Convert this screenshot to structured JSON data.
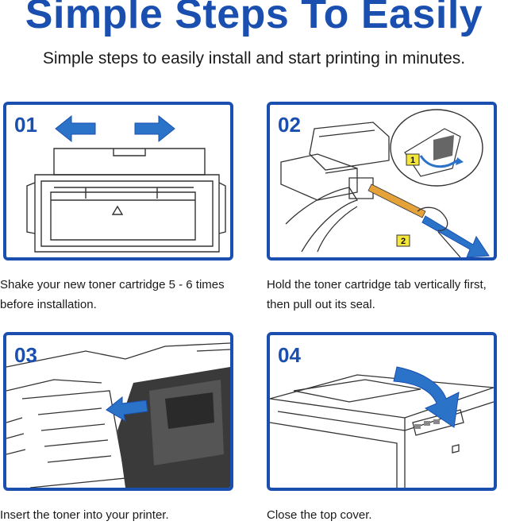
{
  "header": {
    "title": "Simple Steps To Easily",
    "subtitle": "Simple steps to easily install and start printing in minutes."
  },
  "steps": [
    {
      "number": "01",
      "caption_line1": "Shake your new toner cartridge 5 - 6 times",
      "caption_line2": "before installation."
    },
    {
      "number": "02",
      "caption_line1": "Hold the toner cartridge tab vertically first,",
      "caption_line2": "then pull out its seal.",
      "badge_1": "1",
      "badge_2": "2"
    },
    {
      "number": "03",
      "caption_line1": "Insert the toner into your printer.",
      "caption_line2": ""
    },
    {
      "number": "04",
      "caption_line1": "Close the top cover.",
      "caption_line2": ""
    }
  ],
  "colors": {
    "accent": "#1a4fb0",
    "arrow": "#2a73c8",
    "badge": "#f5e63a",
    "seal": "#e6a23a"
  }
}
